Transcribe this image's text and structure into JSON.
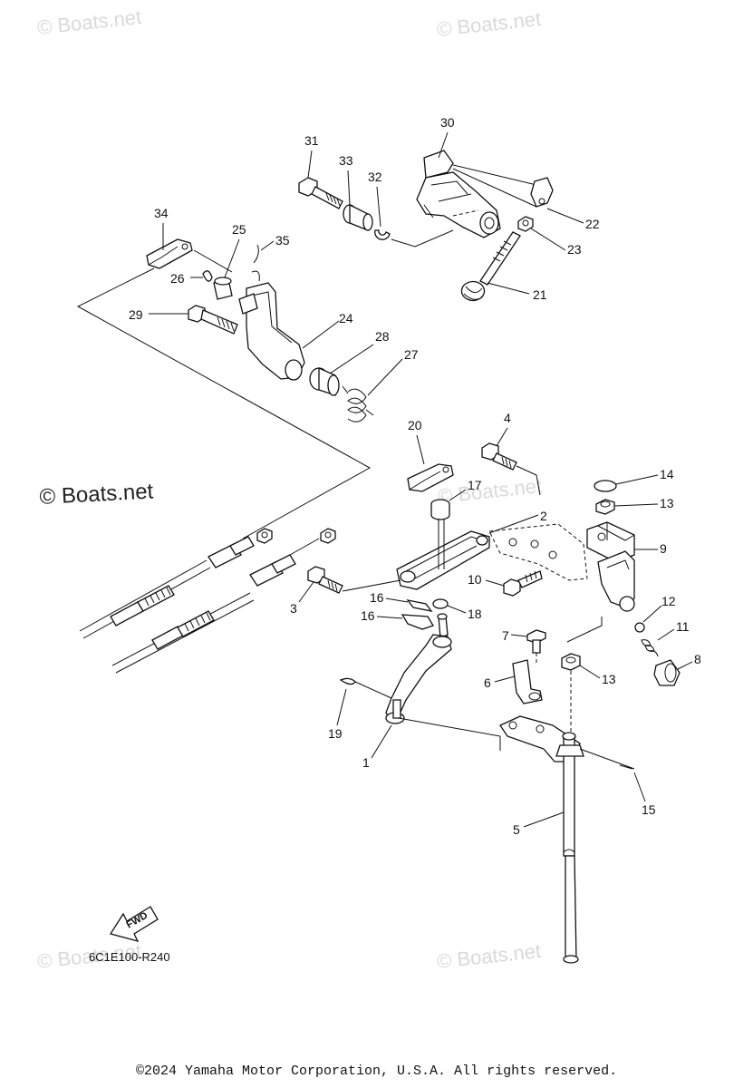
{
  "watermarks": {
    "top_left": "© Boats.net",
    "top_right": "© Boats.net",
    "mid_left": "© Boats.net",
    "mid_center": "© Boats.net",
    "bottom_left": "© Boats.net",
    "bottom_right": "© Boats.net"
  },
  "callouts": {
    "n1": "1",
    "n2": "2",
    "n3": "3",
    "n4": "4",
    "n5": "5",
    "n6": "6",
    "n7": "7",
    "n8": "8",
    "n9": "9",
    "n10": "10",
    "n11": "11",
    "n12": "12",
    "n13a": "13",
    "n13b": "13",
    "n14": "14",
    "n15": "15",
    "n16a": "16",
    "n16b": "16",
    "n17": "17",
    "n18": "18",
    "n19": "19",
    "n20": "20",
    "n21": "21",
    "n22": "22",
    "n23": "23",
    "n24": "24",
    "n25": "25",
    "n26": "26",
    "n27": "27",
    "n28": "28",
    "n29": "29",
    "n30": "30",
    "n31": "31",
    "n32": "32",
    "n33": "33",
    "n34": "34",
    "n35": "35"
  },
  "fwd_label": "FWD",
  "diagram_code": "6C1E100-R240",
  "copyright": "©2024 Yamaha Motor Corporation, U.S.A. All rights reserved."
}
